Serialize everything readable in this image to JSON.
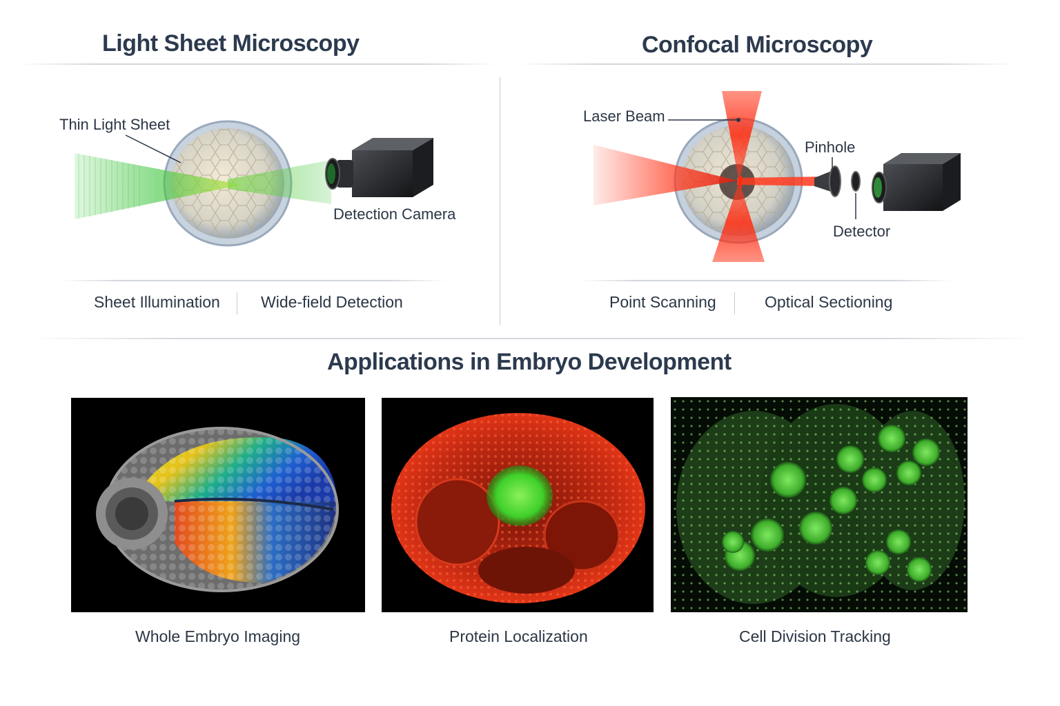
{
  "light_sheet": {
    "title": "Light Sheet Microscopy",
    "labels": {
      "thin_sheet": "Thin Light Sheet",
      "camera": "Detection Camera"
    },
    "features": [
      "Sheet Illumination",
      "Wide-field Detection"
    ]
  },
  "confocal": {
    "title": "Confocal Microscopy",
    "labels": {
      "laser": "Laser Beam",
      "pinhole": "Pinhole",
      "detector": "Detector"
    },
    "features": [
      "Point Scanning",
      "Optical Sectioning"
    ]
  },
  "applications": {
    "title": "Applications in Embryo Development",
    "panels": [
      {
        "caption": "Whole Embryo Imaging"
      },
      {
        "caption": "Protein Localization"
      },
      {
        "caption": "Cell Division Tracking"
      }
    ]
  },
  "colors": {
    "title_text": "#2c3a4e",
    "sheet_green": "#3bc43b",
    "laser_red": "#ff3a1e",
    "fluor_green": "#59e33d"
  }
}
